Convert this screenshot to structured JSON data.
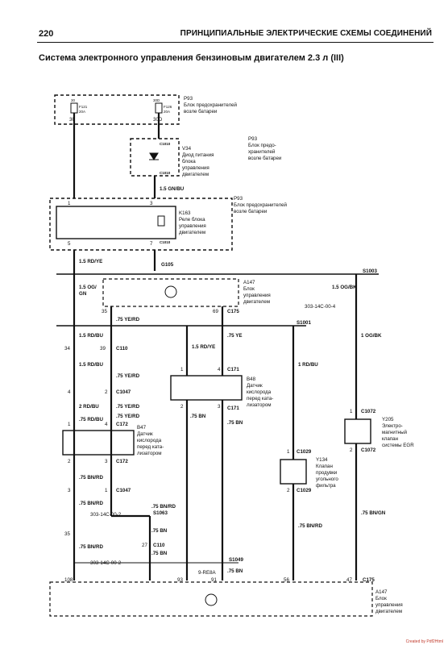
{
  "header": {
    "page_number": "220",
    "title": "ПРИНЦИПИАЛЬНЫЕ ЭЛЕКТРИЧЕСКИЕ СХЕМЫ СОЕДИНЕНИЙ"
  },
  "diagram_title": "Система электронного управления бензиновым двигателем 2.3 л (III)",
  "components": {
    "p93_fuse": {
      "code": "P93",
      "desc": [
        "Блок предохранителей",
        "возле батареи"
      ]
    },
    "p93_diode": {
      "code": "P93",
      "desc": [
        "Блок предо-",
        "хранителей",
        "возле батареи"
      ]
    },
    "v34": {
      "code": "V34",
      "desc": [
        "Диод питания",
        "блока",
        "управления",
        "двигателем"
      ]
    },
    "p93_relay": {
      "code": "P93",
      "desc": [
        "Блок предохранителей",
        "возле батареи"
      ]
    },
    "k163": {
      "code": "K163",
      "desc": [
        "Реле блока",
        "управления",
        "двигателем"
      ]
    },
    "a147_top": {
      "code": "A147",
      "desc": [
        "Блок",
        "управления",
        "двигателем"
      ]
    },
    "b48": {
      "code": "B48",
      "desc": [
        "Датчик",
        "кислорода",
        "перед ката-",
        "лизатором"
      ]
    },
    "b47": {
      "code": "B47",
      "desc": [
        "Датчик",
        "кислорода",
        "перед ката-",
        "лизатором"
      ]
    },
    "y134": {
      "code": "Y134",
      "desc": [
        "Клапан",
        "продувки",
        "угольного",
        "фильтра"
      ]
    },
    "y205": {
      "code": "Y205",
      "desc": [
        "Электро-",
        "магнитный",
        "клапан",
        "системы EGR"
      ]
    },
    "a147_bottom": {
      "code": "A147",
      "desc": [
        "Блок",
        "управления",
        "двигателем"
      ]
    }
  },
  "fuses": {
    "f121": {
      "name": "F121",
      "rating": "20A",
      "pin": "30"
    },
    "f126": {
      "name": "F126",
      "rating": "20A",
      "pin": "30D"
    }
  },
  "connectors": {
    "c1010_top": "C1010",
    "c1010_bot": "C1010",
    "c1010_relay": "C1010",
    "c175_top": "C175",
    "c110_a": "C110",
    "c1047_a": "C1047",
    "c172_a": "C172",
    "c172_b": "C172",
    "c1047_b": "C1047",
    "c171_a": "C171",
    "c171_b": "C171",
    "c1029_a": "C1029",
    "c1029_b": "C1029",
    "c1072_a": "C1072",
    "c1072_b": "C1072",
    "c110_b": "C110",
    "c175_bottom": "C175"
  },
  "splices": {
    "g105": "G105",
    "s1003": "S1003",
    "s1001": "S1001",
    "s1063": "S1063",
    "s1049": "S1049"
  },
  "refs": {
    "ref_303_4": "303-14C-00-4",
    "ref_303_2a": "303-14C-00-2",
    "ref_303_2b": "303-14C-00-2",
    "ref_9_re8a": "9-RE8A"
  },
  "wires": {
    "w_15gnbu": "1.5 GN/BU",
    "w_15rdye_top": "1.5 RD/YE",
    "w_15og_a": "1.5 OG/",
    "w_15og_b": "GN",
    "w_15ogbk": "1.5 OG/BK",
    "w_75yerd_1": ".75 YE/RD",
    "w_15rdbu_1": "1.5 RD/BU",
    "w_15rdye_mid": "1.5 RD/YE",
    "w_75ye": ".75 YE",
    "w_1rdbu": "1 RD/BU",
    "w_1ogbk": "1 OG/BK",
    "w_15rdbu_2": "1.5 RD/BU",
    "w_75yerd_2": ".75 YE/RD",
    "w_2rdbu": "2 RD/BU",
    "w_75yerd_3": ".75 YE/RD",
    "w_75bn_b48a": ".75 BN",
    "w_75bn_b48b": ".75 BN",
    "w_75rdbu": ".75 RD/BU",
    "w_75yerd_4": ".75 YE/RD",
    "w_75bnrd_1": ".75 BN/RD",
    "w_75bnrd_2": ".75 BN/RD",
    "w_75bnrd_3": ".75 BN/RD",
    "w_75bn_1": ".75 BN",
    "w_75bn_2": ".75 BN",
    "w_75bnrd_left": ".75 BN/RD",
    "w_75bnrd_y134": ".75 BN/RD",
    "w_75bngn": ".75 BN/GN",
    "w_75bn_3": ".75 BN"
  },
  "pins": {
    "p_f1": "30",
    "p_f2": "30D",
    "p_r1": "1",
    "p_r3": "3",
    "p_r5": "5",
    "p_r7": "7",
    "p_35": "35",
    "p_69": "69",
    "p_34": "34",
    "p_39": "39",
    "p_4a": "4",
    "p_2a": "2",
    "p_1a": "1",
    "p_4b": "4",
    "p_2b": "2",
    "p_3b": "3",
    "p_3c": "3",
    "p_1c": "1",
    "p_35b": "35",
    "p_27": "27",
    "p_b48_1": "1",
    "p_b48_4": "4",
    "p_b48_2": "2",
    "p_b48_3": "3",
    "p_y134_1": "1",
    "p_y134_2": "2",
    "p_y205_1": "1",
    "p_y205_2": "2",
    "p_108": "108",
    "p_93": "93",
    "p_91": "91",
    "p_56": "56",
    "p_47": "47"
  },
  "footer": "Created by Pdf2Html"
}
